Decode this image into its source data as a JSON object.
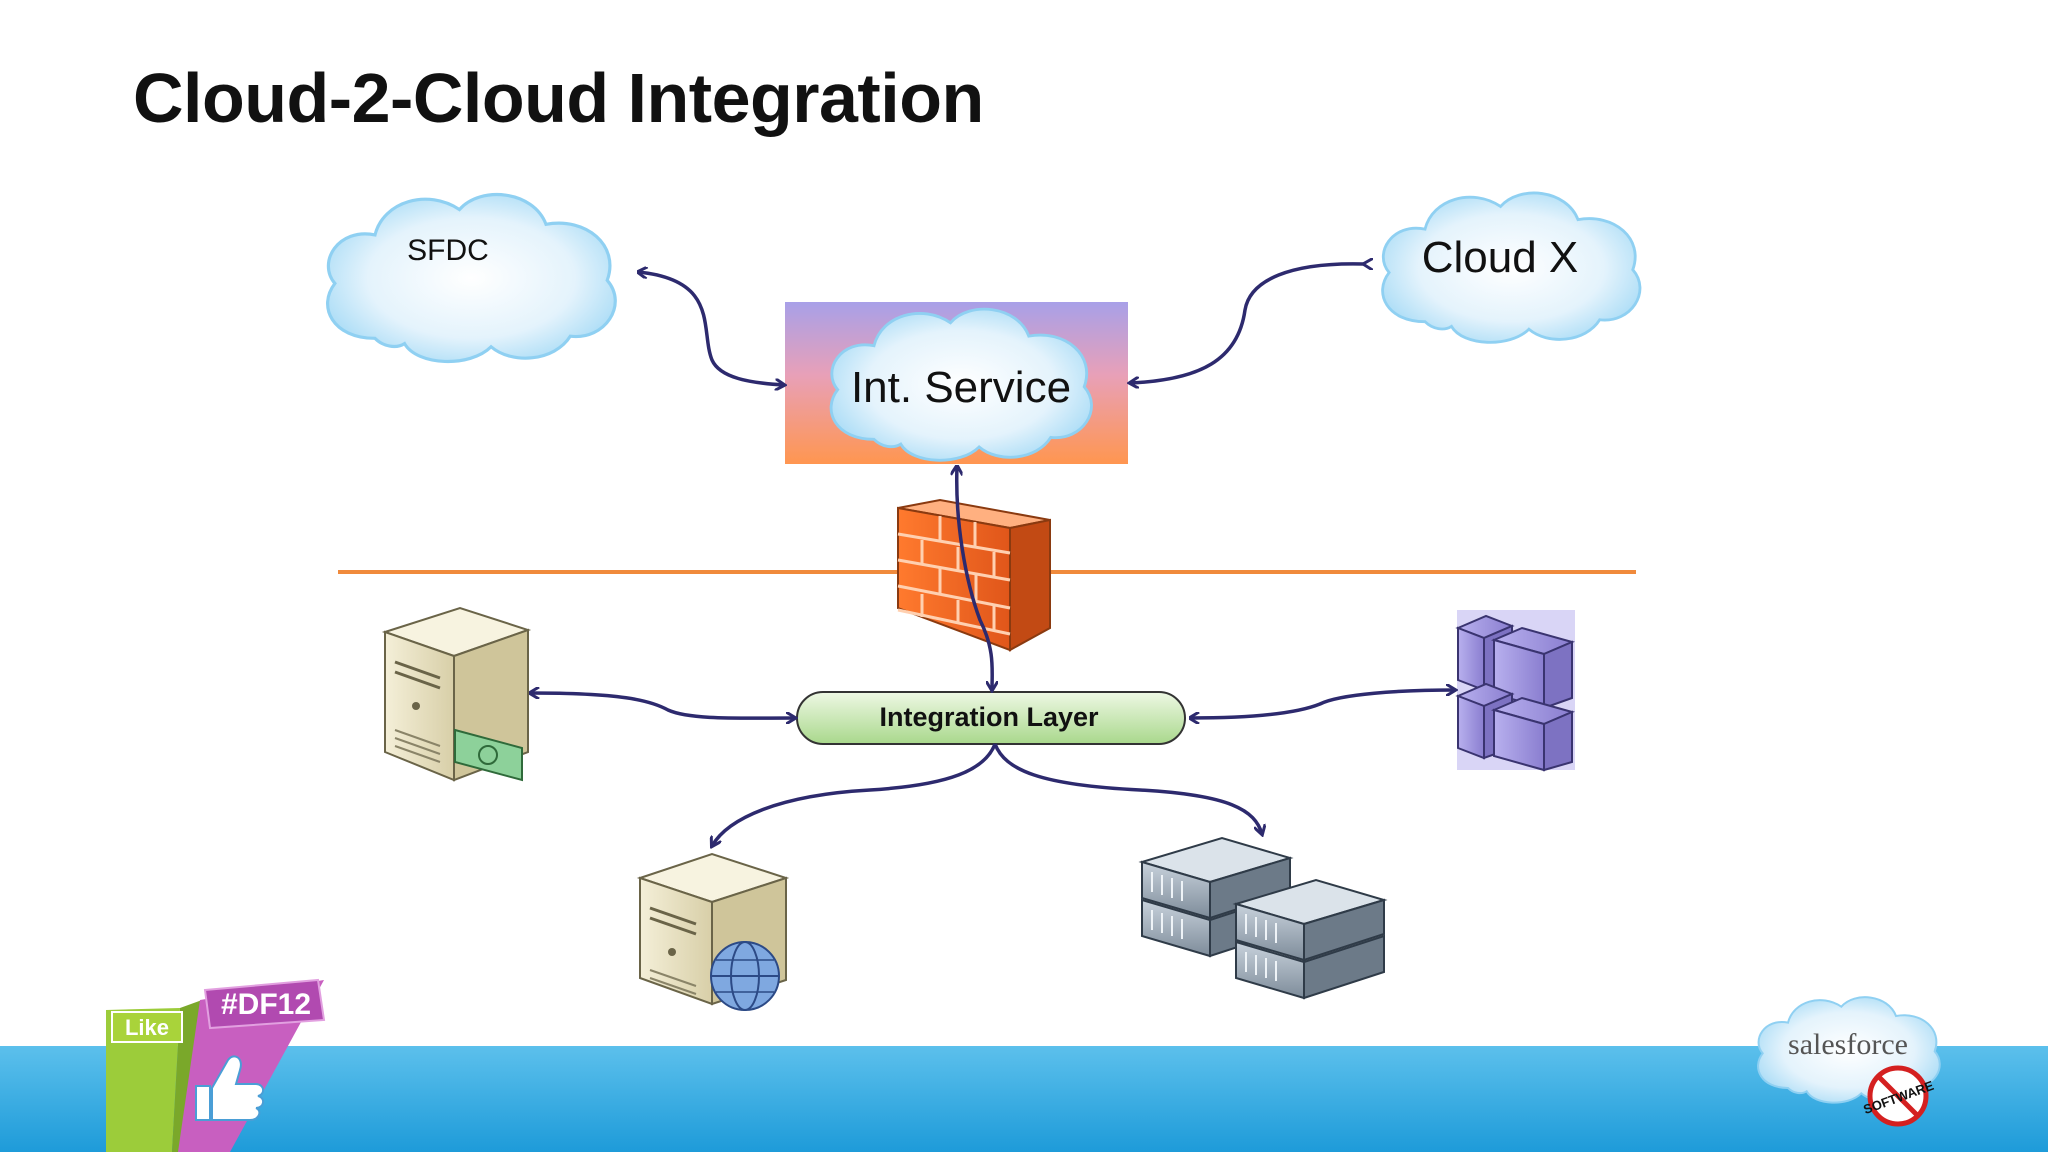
{
  "slide": {
    "title": "Cloud-2-Cloud Integration"
  },
  "diagram": {
    "nodes": {
      "sfdc": "SFDC",
      "cloud_x": "Cloud X",
      "int_service": "Int. Service",
      "integration_layer": "Integration Layer"
    }
  },
  "branding": {
    "event_badge": "#DF12",
    "like_badge": "Like",
    "logo_text": "salesforce",
    "stamp_text": "SOFTWARE"
  },
  "colors": {
    "cloud_fill": "#d6ecfa",
    "cloud_edge": "#6fc3ee",
    "arrow": "#2d2a6e",
    "divider": "#f08a3c",
    "int_service_top": "#a89ee6",
    "int_service_bottom": "#ff9a5c",
    "integration_layer_fill": "#c8e6b0",
    "footer_band": "#29a3de"
  }
}
